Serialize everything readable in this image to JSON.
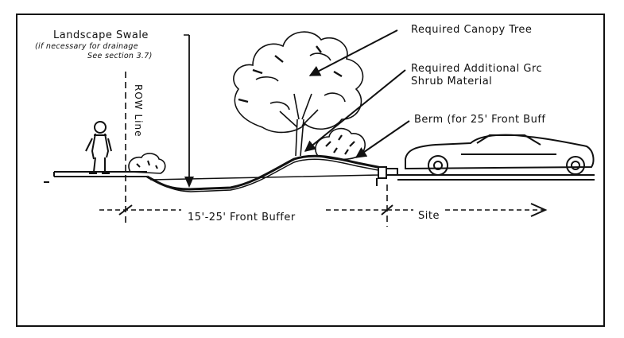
{
  "labels": {
    "landscape_swale": "Landscape Swale",
    "swale_note_1": "(if necessary for drainage",
    "swale_note_2": "See section 3.7)",
    "canopy_tree": "Required Canopy Tree",
    "additional_1": "Required Additional Grc",
    "additional_2": "Shrub Material",
    "berm": "Berm (for 25' Front Buff",
    "row_line": "ROW Line",
    "front_buffer": "15'-25' Front Buffer",
    "site": "Site"
  }
}
